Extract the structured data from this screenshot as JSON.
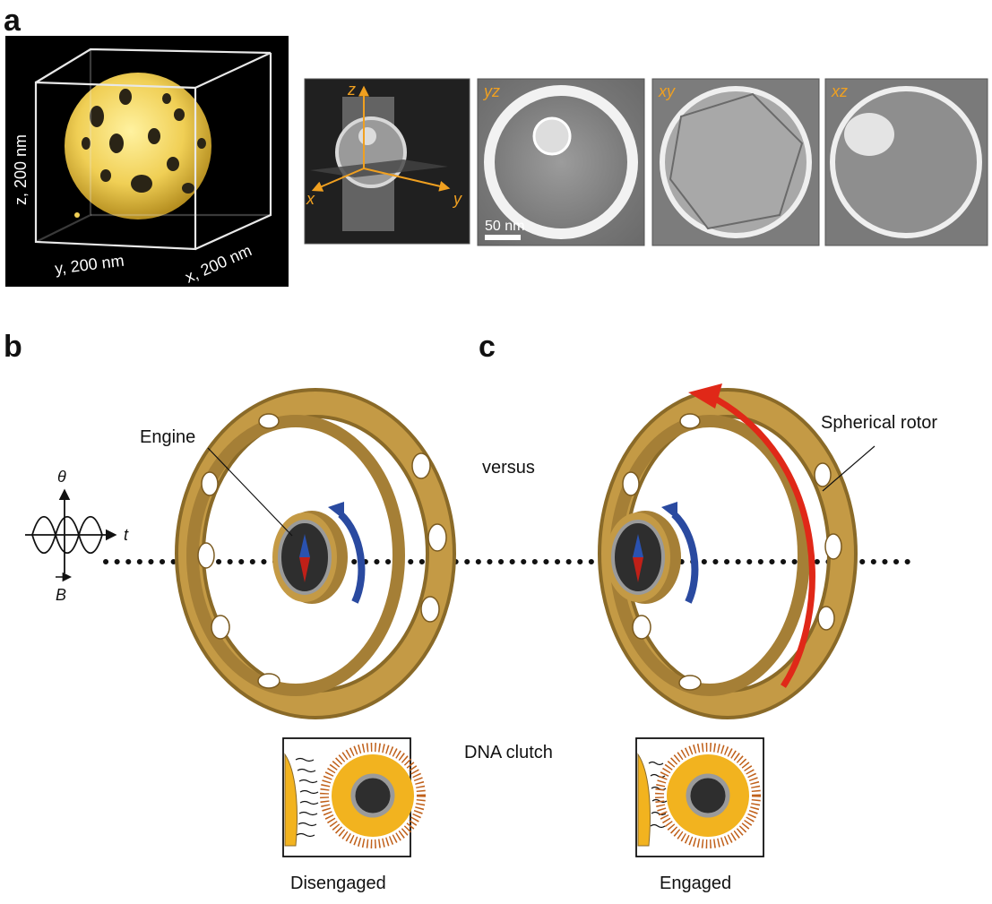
{
  "panel_a": {
    "letter": "a",
    "volume_labels": {
      "z": "z, 200 nm",
      "y": "y, 200 nm",
      "x": "x, 200 nm"
    },
    "ortho_axes": {
      "z": "z",
      "x": "x",
      "y": "y"
    },
    "slices": [
      {
        "label": "yz",
        "scale_bar": "50 nm"
      },
      {
        "label": "xy"
      },
      {
        "label": "xz"
      }
    ]
  },
  "panel_b": {
    "letter": "b",
    "engine_label": "Engine",
    "theta": "θ",
    "t": "t",
    "b_field": "B",
    "clutch_state": "Disengaged"
  },
  "panel_c": {
    "letter": "c",
    "rotor_label": "Spherical rotor",
    "clutch_state": "Engaged"
  },
  "versus_label": "versus",
  "clutch_label": "DNA clutch",
  "colors": {
    "rotor": "#b8913e",
    "rotor_dark": "#8a6a28",
    "gold_sphere": "#f2b31f",
    "engine_core": "#2e2e2e",
    "engine_ring": "#9a9a9a",
    "blue_arrow": "#2a4aa0",
    "red_arrow": "#e02818",
    "slice_label": "#f0a020"
  }
}
